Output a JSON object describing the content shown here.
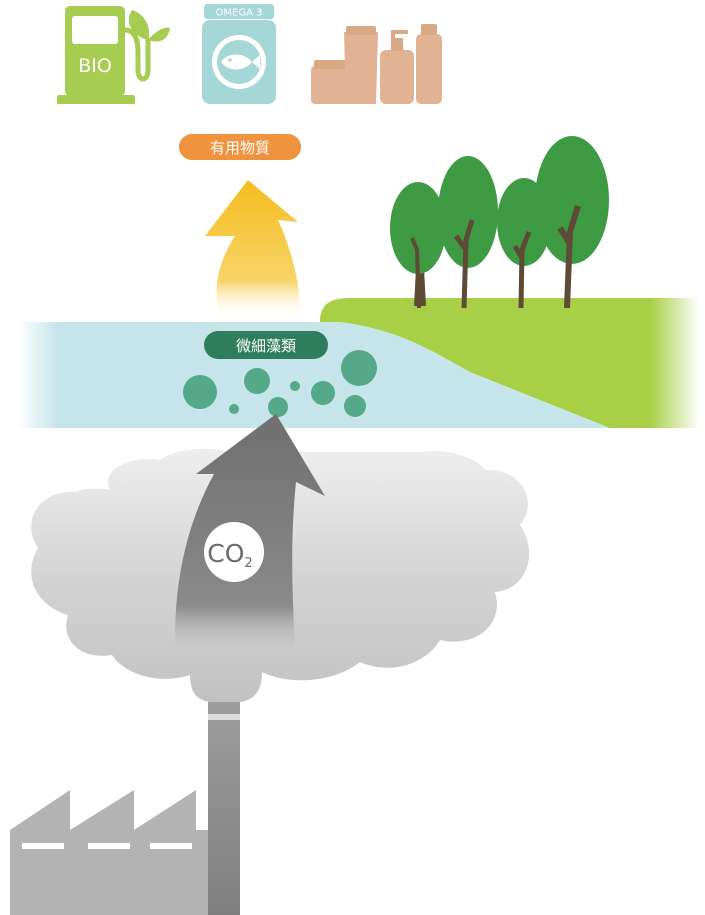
{
  "products": {
    "bio_fuel": {
      "label": "BIO",
      "icon": "fuel-pump-leaf-icon"
    },
    "omega3": {
      "label": "OMEGA 3",
      "icon": "fish-jar-icon"
    },
    "cosmetics": {
      "icon": "cosmetic-bottles-icon"
    }
  },
  "labels": {
    "useful_substances": "有用物質",
    "microalgae": "微細藻類",
    "co2_main": "CO",
    "co2_sub": "2"
  },
  "icons": [
    "factory-icon",
    "chimney-icon",
    "smoke-cloud-icon",
    "tree-icon",
    "up-arrow-icon"
  ],
  "colors": {
    "bio_green": "#a6cc52",
    "omega_teal": "#a6d7d7",
    "cosmetic_tan": "#e1b293",
    "useful_badge": "#f0933f",
    "up_arrow_yellow": "#f5c024",
    "water": "#c5e5ea",
    "land_green": "#a8cf46",
    "tree_green": "#3f9a44",
    "trunk_brown": "#5e4a35",
    "algae_badge": "#2f7d5c",
    "algae_dot": "#55a888",
    "smoke_gray": "#cfcfcf",
    "co2_arrow": "#777777",
    "factory_gray": "#b3b3b3",
    "chimney_gray": "#8a8a8a"
  }
}
